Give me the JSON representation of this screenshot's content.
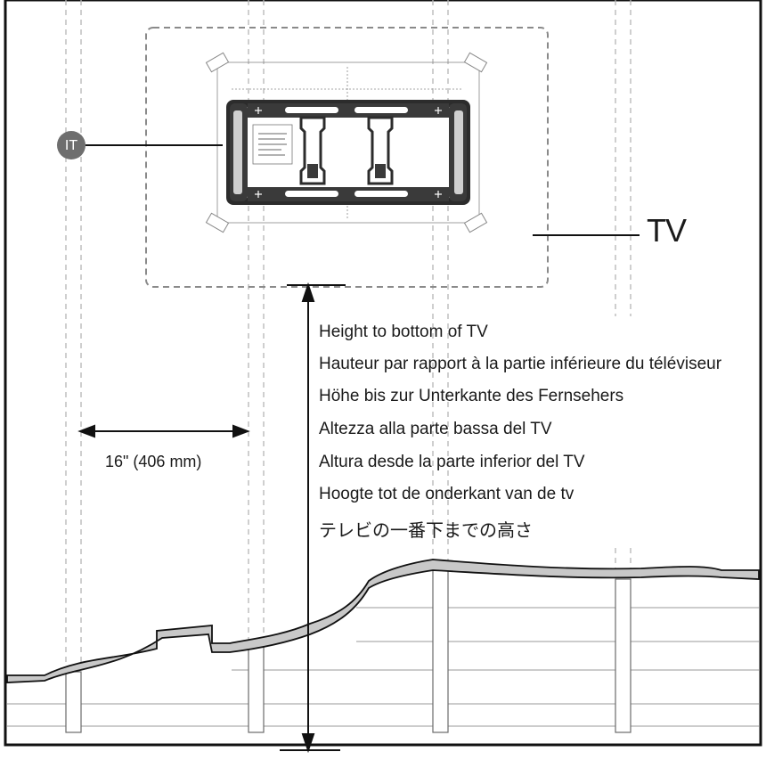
{
  "diagram": {
    "tv_label": "TV",
    "bubble_label": "IT",
    "spacing_label": "16\" (406 mm)",
    "height_labels": [
      "Height to bottom of TV",
      "Hauteur par rapport à la partie inférieure du téléviseur",
      "Höhe bis zur Unterkante des Fernsehers",
      "Altezza alla parte bassa del TV",
      "Altura desde la parte inferior del TV",
      "Hoogte tot de onderkant van de tv",
      "テレビの一番下までの高さ"
    ],
    "colors": {
      "line": "#111111",
      "dashed": "#aaaaaa",
      "bubble": "#6e6e6e",
      "floor_fill": "#c8c8c8"
    }
  }
}
